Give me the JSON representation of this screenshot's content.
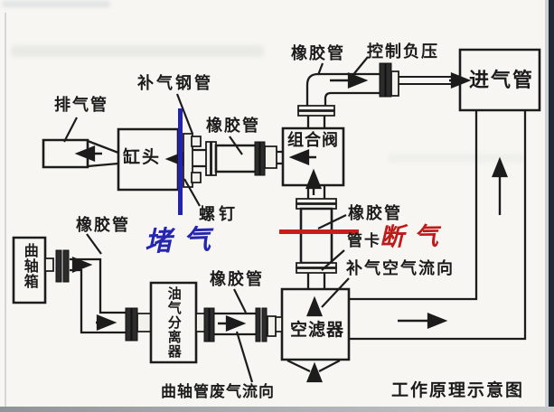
{
  "diagram": {
    "title": "工作原理示意图",
    "labels": {
      "exhaust_pipe": "排气管",
      "air_steel_pipe": "补气钢管",
      "rubber_pipe": "橡胶管",
      "screw": "螺钉",
      "cylinder_head": "缸头",
      "combo_valve": "组合阀",
      "control_vacuum": "控制负压",
      "intake_pipe": "进气管",
      "block_air": "堵气",
      "pipe_clamp": "管卡",
      "cut_air": "断气",
      "air_supply_flow": "补气空气流向",
      "air_filter": "空滤器",
      "crankcase": "曲轴箱",
      "oil_gas_separator": "油气分离器",
      "crankcase_exhaust_flow": "曲轴管废气流向"
    },
    "colors": {
      "line": "#1c1c1c",
      "paper": "#f7f6f2",
      "block_air_mark": "#2525ae",
      "cut_air_mark": "#bf1a1a",
      "blue_bar": "#2323b2",
      "red_bar": "#c81d1d"
    }
  }
}
